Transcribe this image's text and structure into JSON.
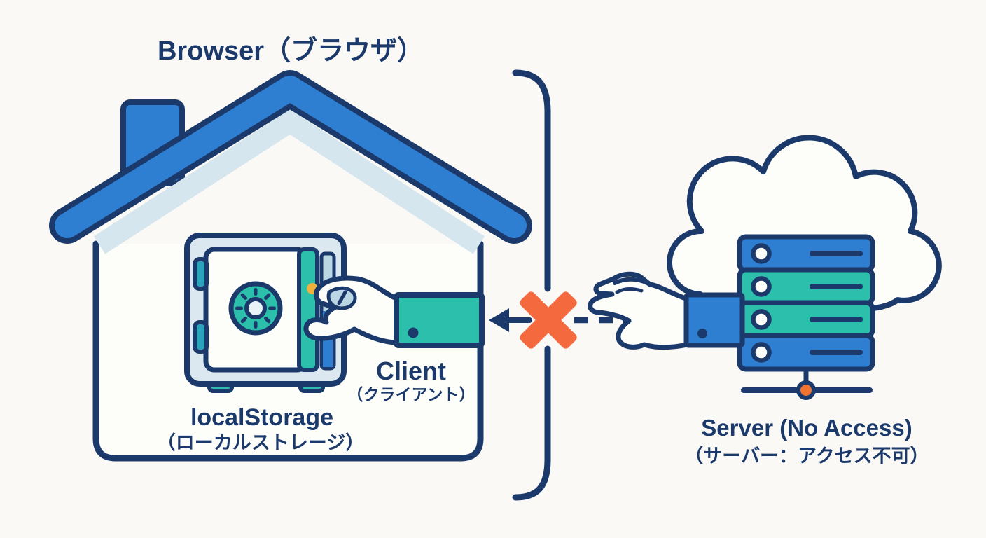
{
  "labels": {
    "browser": {
      "title": "Browser（ブラウザ）"
    },
    "local_storage": {
      "en": "localStorage",
      "jp": "（ローカルストレージ）"
    },
    "client": {
      "en": "Client",
      "jp": "（クライアント）"
    },
    "server": {
      "en": "Server (No Access)",
      "jp": "（サーバー：アクセス不可）"
    }
  },
  "icons": {
    "house": "house-icon",
    "chimney": "chimney-icon",
    "safe": "safe-icon",
    "safe_dial": "dial-icon",
    "safe_handle_dot": "handle-dot-icon",
    "client_hand": "client-hand-icon",
    "client_sleeve": "teal-sleeve-icon",
    "boundary_bracket": "boundary-bracket-icon",
    "blocked_arrow": "left-arrow-icon",
    "blocked_x": "blocked-x-icon",
    "dashed_line": "dashed-connection-line",
    "server_hand": "server-hand-icon",
    "server_cuff": "blue-cuff-icon",
    "cloud": "cloud-icon",
    "server_stack": "server-stack-icon",
    "network_node": "network-node-dot"
  },
  "colors": {
    "background": "#faf9f5",
    "outline_navy": "#1b3a6b",
    "primary_blue": "#2e7fd2",
    "teal": "#2cbfab",
    "pale_blue": "#d5e6ee",
    "safe_body": "#dbe8ef",
    "paper_white": "#fdfdf9",
    "blocked_x_orange": "#f4693e",
    "network_node_orange": "#f07430",
    "handle_yellow": "#f0b13d",
    "hinge_teal_blue": "#2aa3bd",
    "opening_light_blue": "#bcd7e4"
  }
}
